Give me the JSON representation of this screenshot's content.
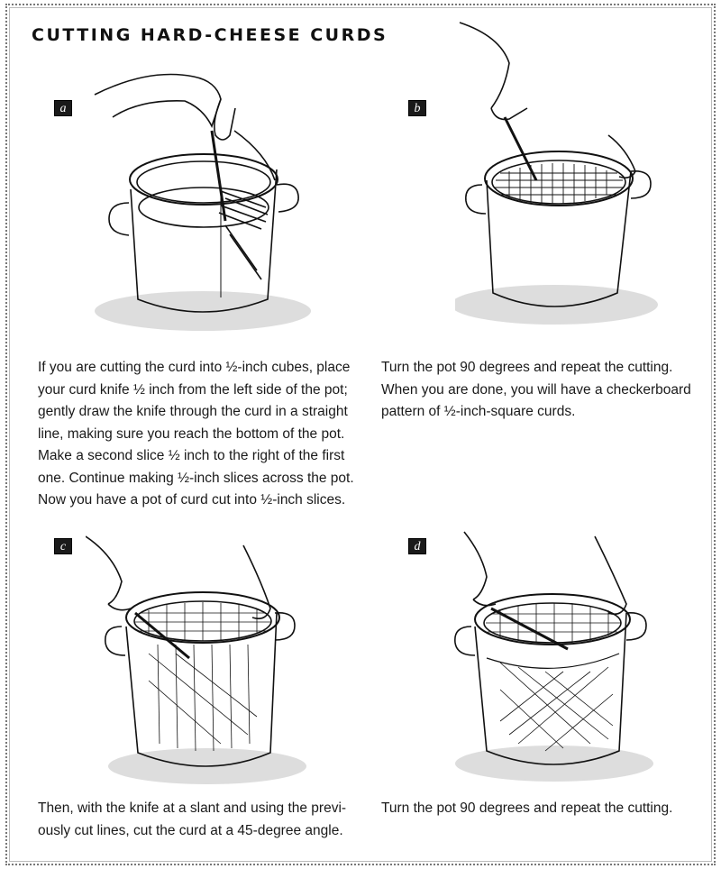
{
  "title": "CUTTING HARD-CHEESE CURDS",
  "steps": [
    {
      "label": "a",
      "lines": [
        "If you are cutting the curd into ½-inch cubes, place",
        "your curd knife ½ inch from the left side of the pot;",
        "gently draw the knife through the curd in a straight",
        "line, making sure you reach the bottom of the pot.",
        "Make a second slice ½ inch to the right of the first",
        "one. Continue making ½-inch slices across the pot.",
        "Now you have a pot of curd cut into ½-inch slices."
      ]
    },
    {
      "label": "b",
      "lines": [
        "Turn the pot 90 degrees and repeat the cutting.",
        "When you are done, you will have a checkerboard",
        "pattern of ½-inch-square curds."
      ]
    },
    {
      "label": "c",
      "lines": [
        "Then, with the knife at a slant and using the previ-",
        "ously cut lines, cut the curd at a 45-degree angle."
      ]
    },
    {
      "label": "d",
      "lines": [
        "Turn the pot 90 degrees and repeat the cutting."
      ]
    }
  ]
}
